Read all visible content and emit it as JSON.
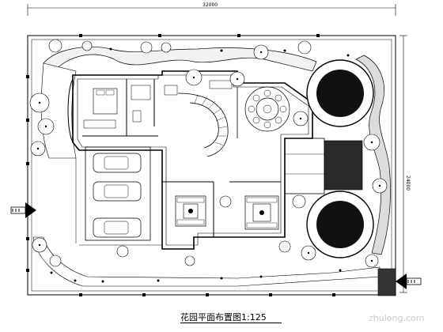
{
  "drawing": {
    "caption": "花园平面布置图1:125",
    "dim_top": "32000",
    "dim_right": "24000",
    "watermark": "zhulong.com"
  },
  "colors": {
    "ink": "#000000",
    "paper": "#ffffff",
    "watermark": "#c8c8c8"
  },
  "icons": [
    "entrance-arrow-icon",
    "car-icon",
    "tree-icon",
    "round-table-icon",
    "sofa-set-icon"
  ]
}
